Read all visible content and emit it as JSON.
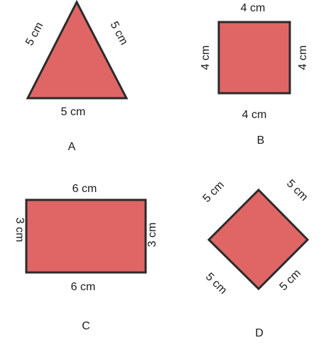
{
  "colors": {
    "fill": "#e06666",
    "stroke": "#2b2b2b",
    "text": "#1a1a1a"
  },
  "figures": {
    "a": {
      "shape": "equilateral triangle",
      "caption": "A",
      "left_side": "5 cm",
      "right_side": "5 cm",
      "bottom_side": "5 cm"
    },
    "b": {
      "shape": "square",
      "caption": "B",
      "top_side": "4 cm",
      "left_side": "4 cm",
      "right_side": "4 cm",
      "bottom_side": "4 cm"
    },
    "c": {
      "shape": "rectangle",
      "caption": "C",
      "top_side": "6 cm",
      "left_side": "3 cm",
      "right_side": "3 cm",
      "bottom_side": "6 cm"
    },
    "d": {
      "shape": "rhombus",
      "caption": "D",
      "top_left_side": "5 cm",
      "top_right_side": "5 cm",
      "bottom_left_side": "5 cm",
      "bottom_right_side": "5 cm"
    }
  }
}
